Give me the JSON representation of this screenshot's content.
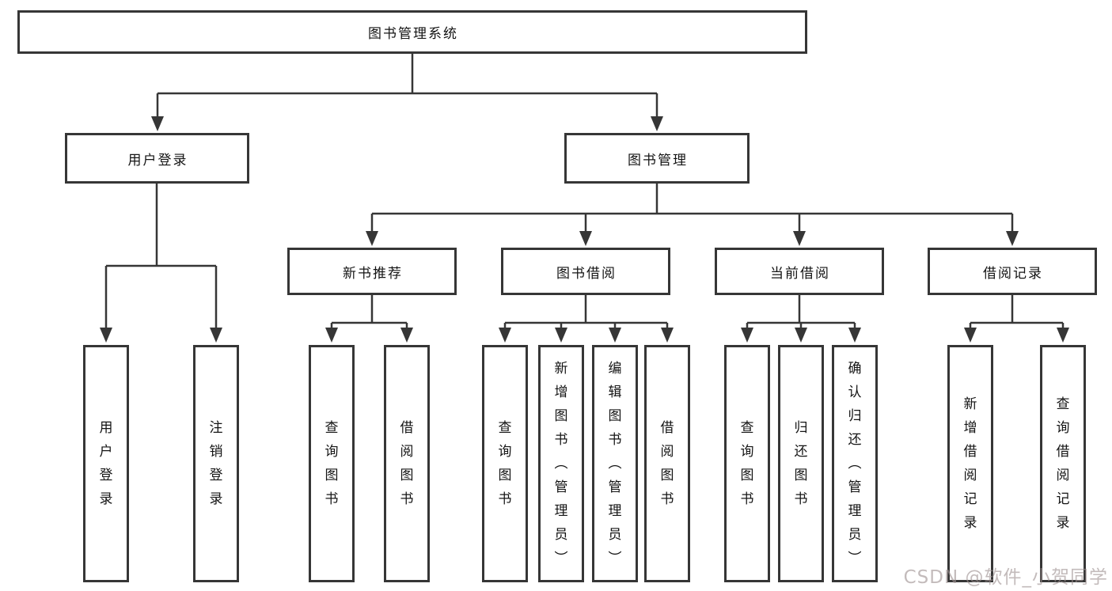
{
  "diagram": {
    "title": "图书管理系统",
    "nodes": [
      {
        "id": "root",
        "label": "图书管理系统",
        "orientation": "horizontal"
      },
      {
        "id": "user-login",
        "label": "用户登录",
        "orientation": "horizontal"
      },
      {
        "id": "book-mgmt",
        "label": "图书管理",
        "orientation": "horizontal"
      },
      {
        "id": "new-book-rec",
        "label": "新书推荐",
        "orientation": "horizontal"
      },
      {
        "id": "book-borrow",
        "label": "图书借阅",
        "orientation": "horizontal"
      },
      {
        "id": "current-borrow",
        "label": "当前借阅",
        "orientation": "horizontal"
      },
      {
        "id": "borrow-records",
        "label": "借阅记录",
        "orientation": "horizontal"
      },
      {
        "id": "leaf-user-login",
        "label": "用户登录",
        "orientation": "vertical"
      },
      {
        "id": "leaf-logout",
        "label": "注销登录",
        "orientation": "vertical"
      },
      {
        "id": "leaf-query-books-1",
        "label": "查询图书",
        "orientation": "vertical"
      },
      {
        "id": "leaf-borrow-books-1",
        "label": "借阅图书",
        "orientation": "vertical"
      },
      {
        "id": "leaf-query-books-2",
        "label": "查询图书",
        "orientation": "vertical"
      },
      {
        "id": "leaf-add-book-admin",
        "label": "新增图书（管理员）",
        "orientation": "vertical"
      },
      {
        "id": "leaf-edit-book-admin",
        "label": "编辑图书（管理员）",
        "orientation": "vertical"
      },
      {
        "id": "leaf-borrow-books-2",
        "label": "借阅图书",
        "orientation": "vertical"
      },
      {
        "id": "leaf-query-books-3",
        "label": "查询图书",
        "orientation": "vertical"
      },
      {
        "id": "leaf-return-books",
        "label": "归还图书",
        "orientation": "vertical"
      },
      {
        "id": "leaf-confirm-return-admin",
        "label": "确认归还（管理员）",
        "orientation": "vertical"
      },
      {
        "id": "leaf-add-borrow-record",
        "label": "新增借阅记录",
        "orientation": "vertical"
      },
      {
        "id": "leaf-query-borrow-record",
        "label": "查询借阅记录",
        "orientation": "vertical"
      }
    ],
    "edges": [
      {
        "from": "root",
        "to": "user-login"
      },
      {
        "from": "root",
        "to": "book-mgmt"
      },
      {
        "from": "user-login",
        "to": "leaf-user-login"
      },
      {
        "from": "user-login",
        "to": "leaf-logout"
      },
      {
        "from": "book-mgmt",
        "to": "new-book-rec"
      },
      {
        "from": "book-mgmt",
        "to": "book-borrow"
      },
      {
        "from": "book-mgmt",
        "to": "current-borrow"
      },
      {
        "from": "book-mgmt",
        "to": "borrow-records"
      },
      {
        "from": "new-book-rec",
        "to": "leaf-query-books-1"
      },
      {
        "from": "new-book-rec",
        "to": "leaf-borrow-books-1"
      },
      {
        "from": "book-borrow",
        "to": "leaf-query-books-2"
      },
      {
        "from": "book-borrow",
        "to": "leaf-add-book-admin"
      },
      {
        "from": "book-borrow",
        "to": "leaf-edit-book-admin"
      },
      {
        "from": "book-borrow",
        "to": "leaf-borrow-books-2"
      },
      {
        "from": "current-borrow",
        "to": "leaf-query-books-3"
      },
      {
        "from": "current-borrow",
        "to": "leaf-return-books"
      },
      {
        "from": "current-borrow",
        "to": "leaf-confirm-return-admin"
      },
      {
        "from": "borrow-records",
        "to": "leaf-add-borrow-record"
      },
      {
        "from": "borrow-records",
        "to": "leaf-query-borrow-record"
      }
    ]
  },
  "watermark": {
    "text": "CSDN @软件_小贺同学"
  },
  "colors": {
    "line": "#363636",
    "box_border": "#363636",
    "box_background": "#ffffff",
    "text": "#141414",
    "watermark": "#9e9292"
  }
}
